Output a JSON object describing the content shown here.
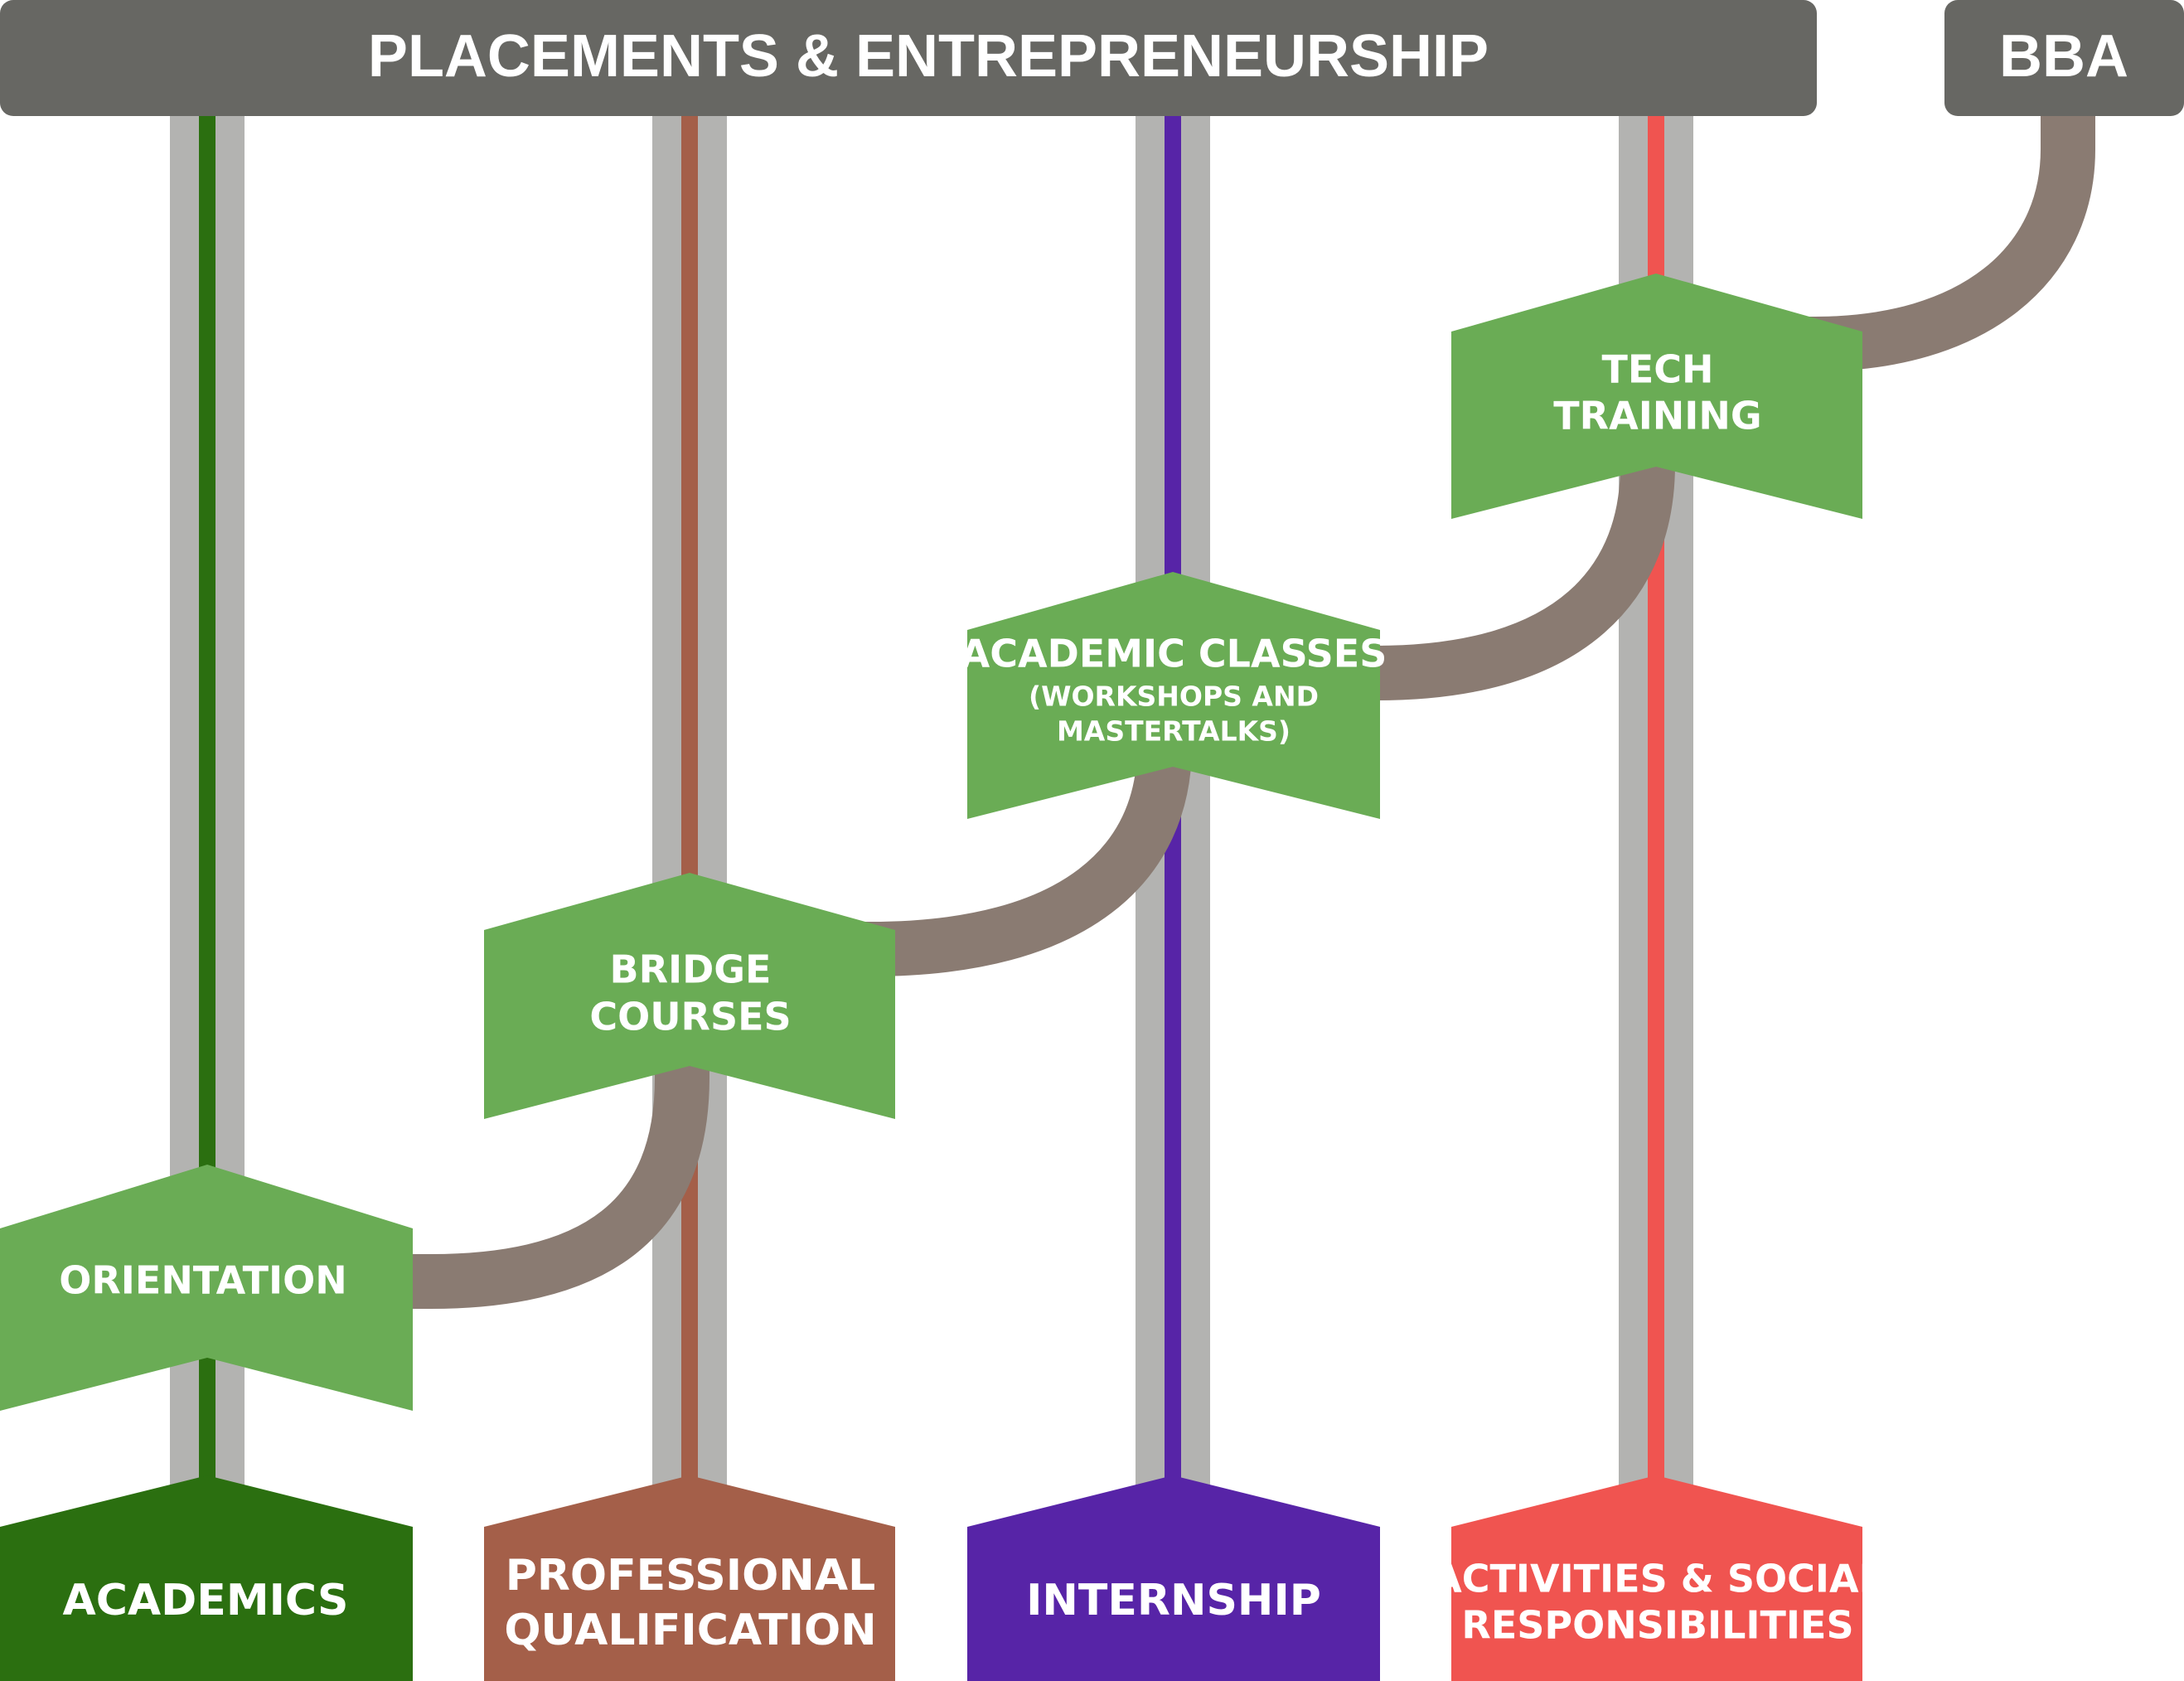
{
  "header": {
    "title": "PLACEMENTS & ENTREPRENEURSHIP",
    "program": "BBA"
  },
  "stages": {
    "orientation": {
      "line1": "ORIENTATION"
    },
    "bridge": {
      "line1": "BRIDGE",
      "line2": "COURSES"
    },
    "academic_classes": {
      "line1": "ACADEMIC CLASSES",
      "line2": "(WORKSHOPS AND",
      "line3": "MASTERTALKS)"
    },
    "tech": {
      "line1": "TECH",
      "line2": "TRAINING"
    }
  },
  "tracks": {
    "academics": {
      "line1": "ACADEMICS"
    },
    "professional": {
      "line1": "PROFESSIONAL",
      "line2": "QUALIFICATION"
    },
    "internship": {
      "line1": "INTERNSHIP"
    },
    "activities": {
      "line1": "ACTIVITIES & SOCIAL",
      "line2": "RESPONSIBILITIES"
    }
  },
  "colors": {
    "banner": "#676763",
    "rail": "#b3b3b1",
    "path": "#8a7b72",
    "stage": "#6aac55",
    "academics": "#2b6f10",
    "professional": "#a45f49",
    "internship": "#5724a7",
    "activities": "#f05450"
  }
}
